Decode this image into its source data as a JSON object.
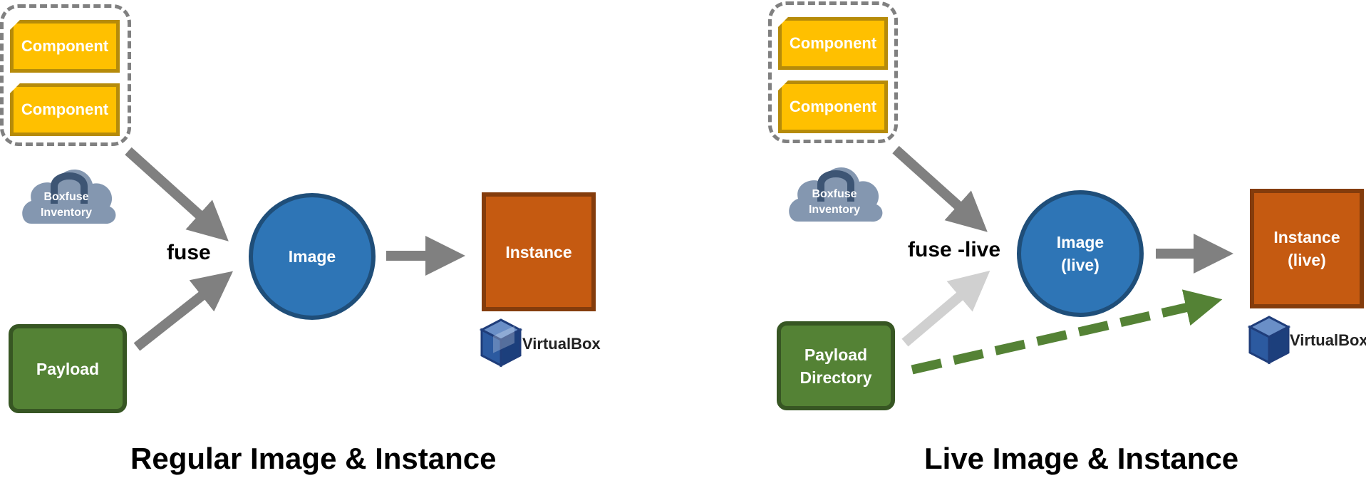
{
  "colors": {
    "component_fill": "#ffc000",
    "component_border": "#b68b0a",
    "payload_fill": "#548235",
    "image_fill": "#2e75b6",
    "instance_fill": "#c55a11",
    "arrow_gray": "#808080",
    "arrow_light": "#d0d0d0",
    "arrow_green_dashed": "#548235",
    "cloud": "#8497b0"
  },
  "left": {
    "components": [
      "Component",
      "Component"
    ],
    "inventory_line1": "Boxfuse",
    "inventory_line2": "Inventory",
    "payload": "Payload",
    "operation": "fuse",
    "image": "Image",
    "instance": "Instance",
    "provider": "VirtualBox",
    "title": "Regular Image & Instance"
  },
  "right": {
    "components": [
      "Component",
      "Component"
    ],
    "inventory_line1": "Boxfuse",
    "inventory_line2": "Inventory",
    "payload_line1": "Payload",
    "payload_line2": "Directory",
    "operation": "fuse -live",
    "image_line1": "Image",
    "image_line2": "(live)",
    "instance_line1": "Instance",
    "instance_line2": "(live)",
    "provider": "VirtualBox",
    "title": "Live Image & Instance"
  },
  "icons": {
    "inventory": "lock-cloud-icon",
    "provider": "virtualbox-cube-icon"
  }
}
